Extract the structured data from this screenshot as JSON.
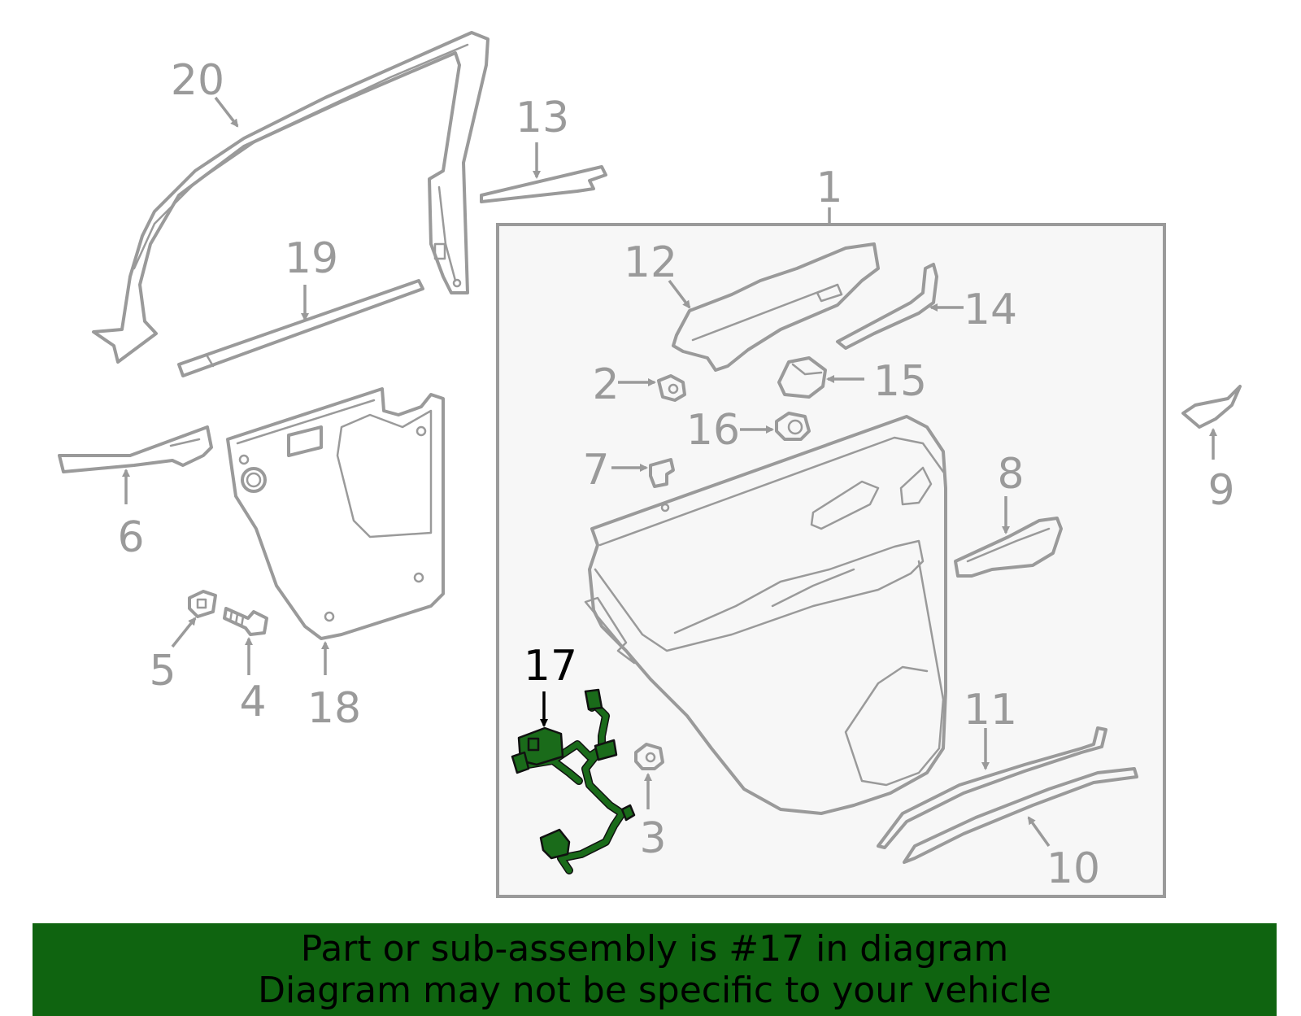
{
  "callouts": {
    "c1": "1",
    "c2": "2",
    "c3": "3",
    "c4": "4",
    "c5": "5",
    "c6": "6",
    "c7": "7",
    "c8": "8",
    "c9": "9",
    "c10": "10",
    "c11": "11",
    "c12": "12",
    "c13": "13",
    "c14": "14",
    "c15": "15",
    "c16": "16",
    "c17": "17",
    "c18": "18",
    "c19": "19",
    "c20": "20"
  },
  "highlighted_part": "17",
  "colors": {
    "parts": "#9a9a9a",
    "highlight": "#1a6b1a",
    "banner_bg": "#0f6410",
    "assembly_box_bg": "#f7f7f7"
  },
  "banner": {
    "line1": "Part or sub-assembly is #17 in diagram",
    "line2": "Diagram may not be specific to your vehicle"
  }
}
